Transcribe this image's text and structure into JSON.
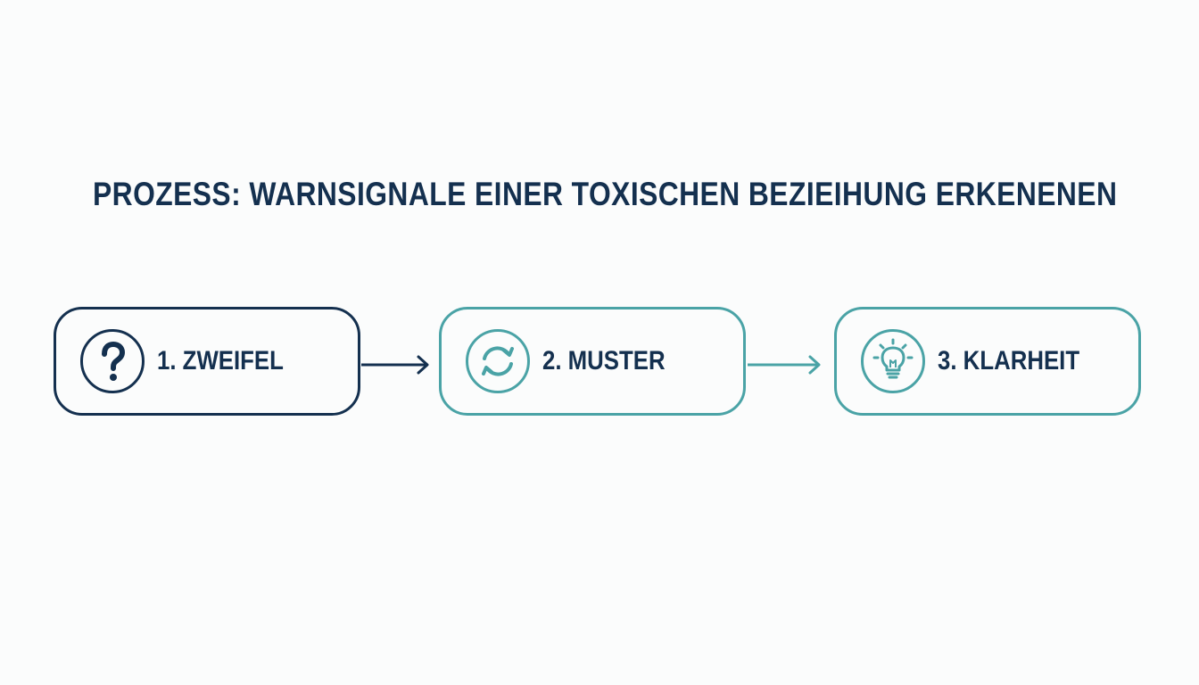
{
  "title": "PROZESS: WARNSIGNALE EINER TOXISCHEN BEZIEIHUNG ERKENENEN",
  "steps": [
    {
      "label": "1. ZWEIFEL",
      "icon": "question-mark-icon",
      "color": "#14304f"
    },
    {
      "label": "2. MUSTER",
      "icon": "cycle-arrows-icon",
      "color": "#4aa3a6"
    },
    {
      "label": "3. KLARHEIT",
      "icon": "lightbulb-icon",
      "color": "#4aa3a6"
    }
  ],
  "colors": {
    "title": "#14304f",
    "dark": "#14304f",
    "teal": "#4aa3a6",
    "background": "#fbfcfc"
  }
}
